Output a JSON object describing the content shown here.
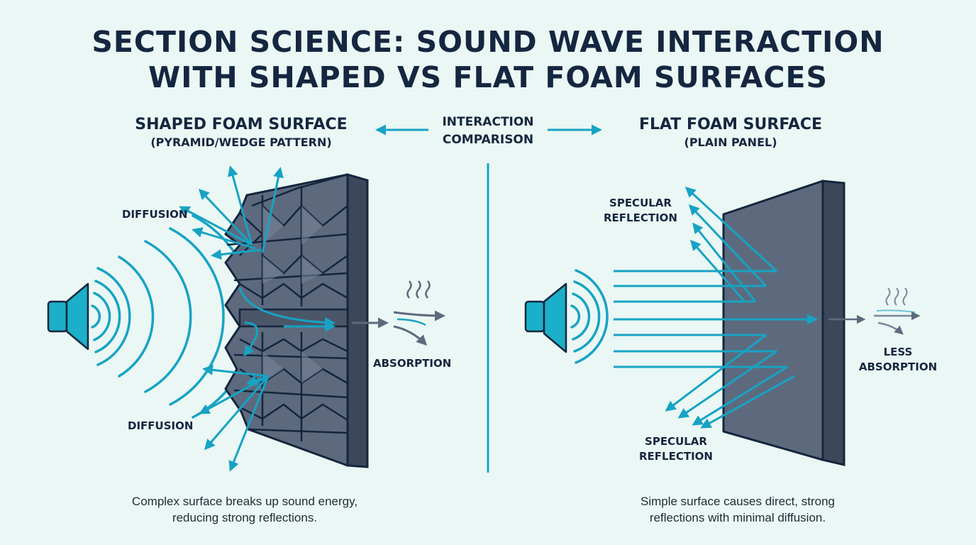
{
  "title": {
    "line1": "SECTION SCIENCE: SOUND WAVE INTERACTION",
    "line2": "WITH SHAPED VS FLAT FOAM SURFACES"
  },
  "left_panel": {
    "heading": "SHAPED FOAM SURFACE",
    "subheading": "(PYRAMID/WEDGE PATTERN)",
    "label_diffusion_top": "DIFFUSION",
    "label_diffusion_bottom": "DIFFUSION",
    "label_absorption": "ABSORPTION",
    "caption_line1": "Complex surface breaks up sound energy,",
    "caption_line2": "reducing strong reflections."
  },
  "center": {
    "line1": "INTERACTION",
    "line2": "COMPARISON"
  },
  "right_panel": {
    "heading": "FLAT FOAM SURFACE",
    "subheading": "(PLAIN PANEL)",
    "label_specular_top_1": "SPECULAR",
    "label_specular_top_2": "REFLECTION",
    "label_specular_bottom_1": "SPECULAR",
    "label_specular_bottom_2": "REFLECTION",
    "label_less_1": "LESS",
    "label_less_2": "ABSORPTION",
    "caption_line1": "Simple surface causes direct, strong",
    "caption_line2": "reflections with minimal diffusion."
  },
  "colors": {
    "background": "#eaf7f4",
    "wave": "#17a3c4",
    "foam": "#5d6a7e",
    "foam_dark": "#3c475a",
    "text": "#152640"
  },
  "icons": [
    "speaker-icon-left",
    "speaker-icon-right",
    "heat-wisps-icon"
  ]
}
